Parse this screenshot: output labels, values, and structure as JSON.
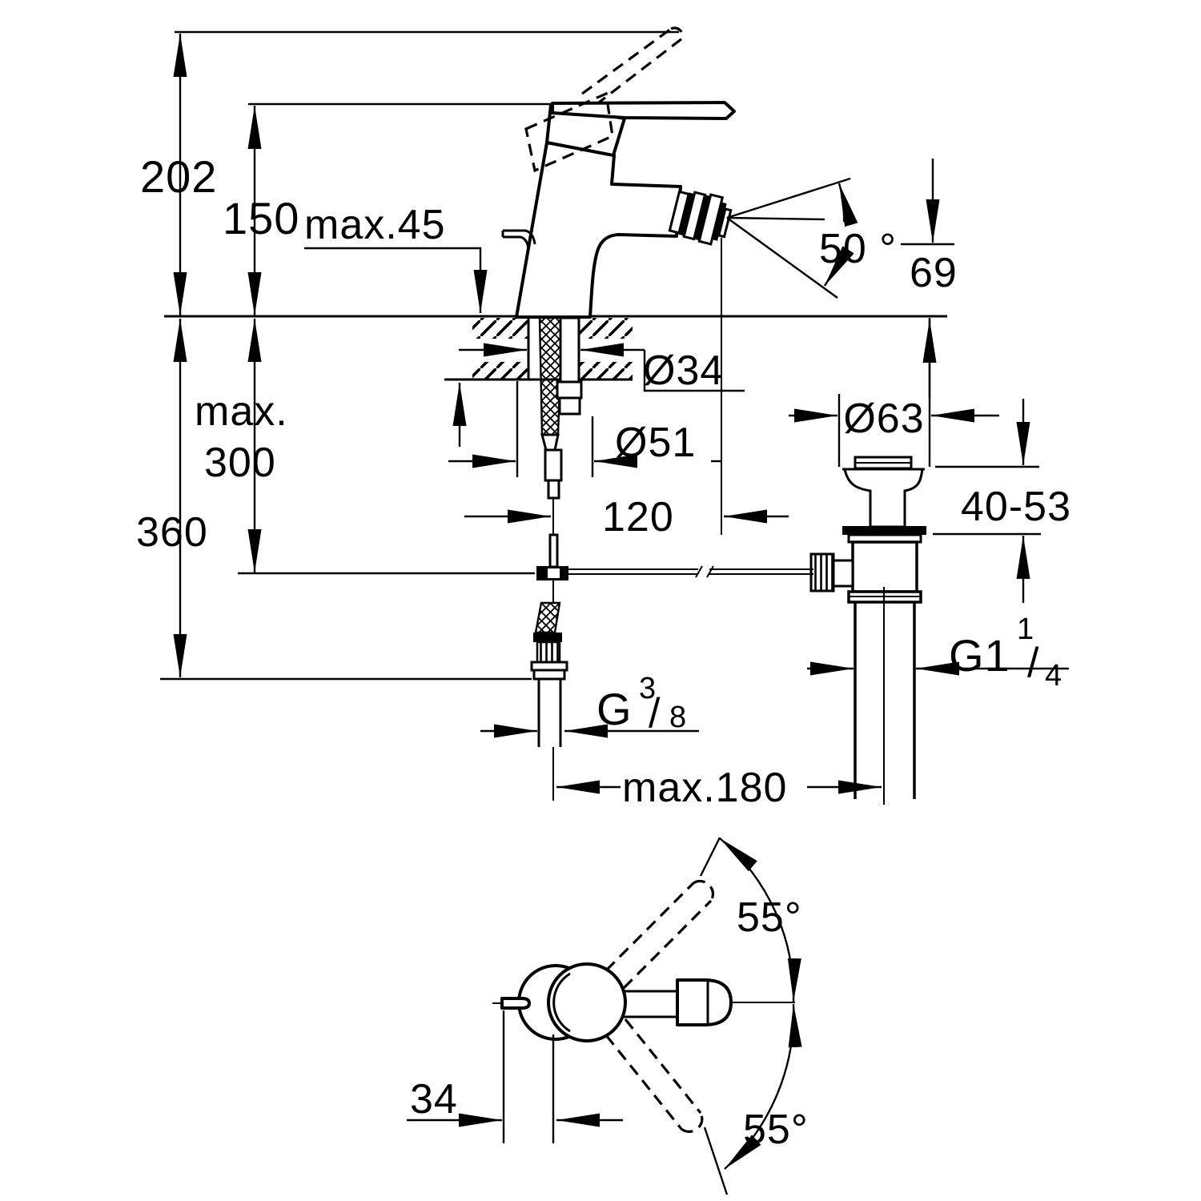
{
  "drawing": {
    "type": "technical-dimension-drawing",
    "subject": "single-lever bidet mixer with pop-up waste",
    "labels": {
      "total_height": "202",
      "spout_height": "150",
      "deck_thickness_max": "max.45",
      "aerator_angle": "50 °",
      "outlet_height": "69",
      "mount_hole_dia": "Ø34",
      "base_dia": "Ø51",
      "spout_projection": "120",
      "waste_flange_dia": "Ø63",
      "clamping_range": "40-53",
      "below_deck_max_line1": "max.",
      "below_deck_max_line2": "300",
      "below_deck_total": "360",
      "rod_length_max": "max.180",
      "handle_swivel_up": "55°",
      "handle_swivel_down": "55°",
      "handle_pin_offset": "34",
      "waste_thread": {
        "base": "G1",
        "sup": "1",
        "slash": "/",
        "sub": "4"
      },
      "supply_thread": {
        "base": "G",
        "sup": "3",
        "slash": "/",
        "sub": "8"
      }
    }
  }
}
